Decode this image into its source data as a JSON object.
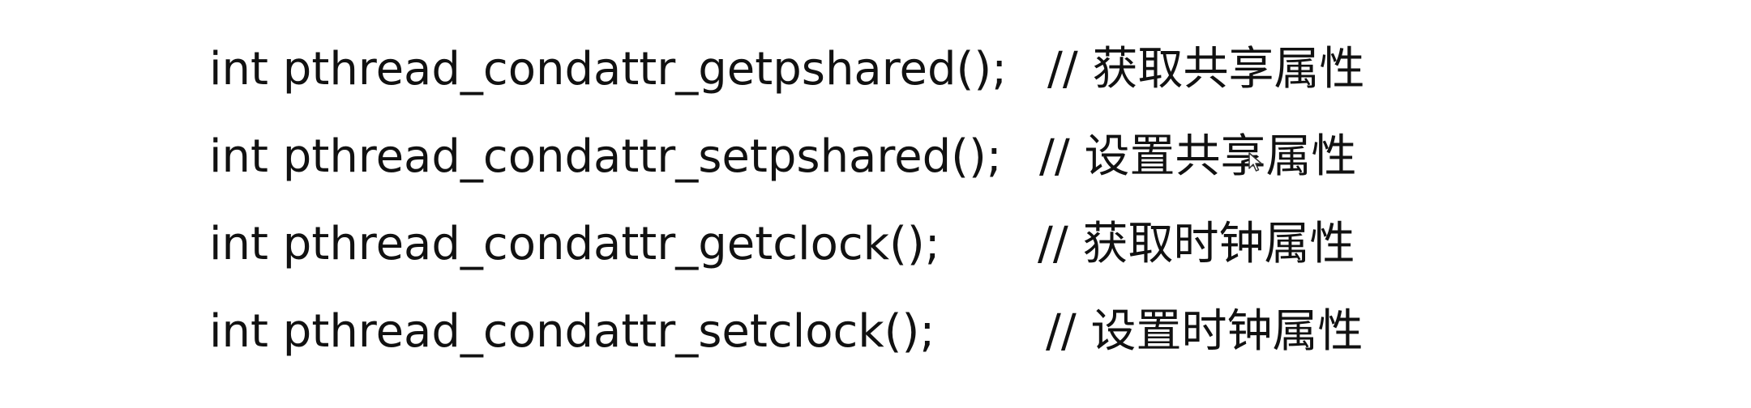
{
  "lines": [
    {
      "code": "int pthread_condattr_getpshared();",
      "comment": "// 获取共享属性"
    },
    {
      "code": "int pthread_condattr_setpshared();",
      "comment": "// 设置共享属性"
    },
    {
      "code": "int pthread_condattr_getclock();",
      "comment": "// 获取时钟属性"
    },
    {
      "code": "int pthread_condattr_setclock();",
      "comment": "// 设置时钟属性"
    }
  ],
  "colors": {
    "background": "#ffffff",
    "text": "#111111"
  },
  "icons": {
    "cursor": "mouse-pointer-icon"
  }
}
